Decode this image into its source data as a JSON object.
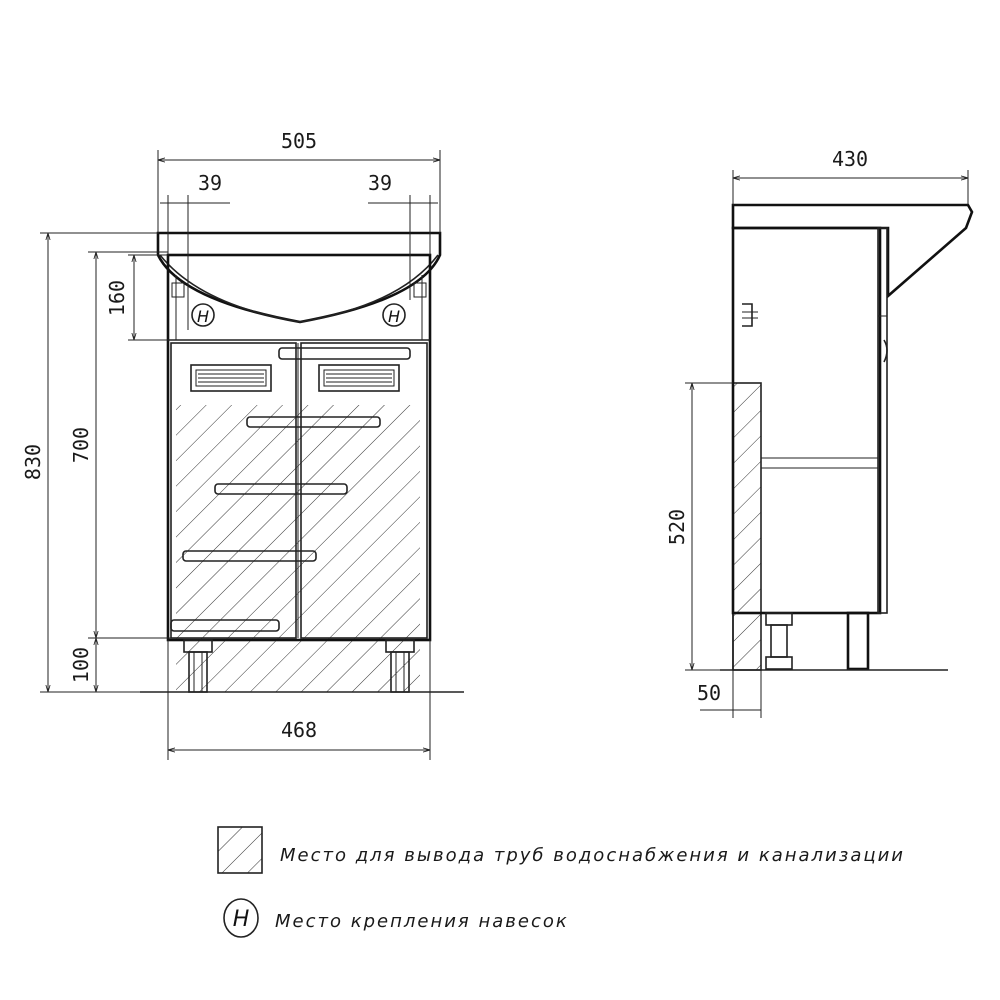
{
  "front_view": {
    "dim_total_width": "505",
    "dim_left_offset": "39",
    "dim_right_offset": "39",
    "dim_basin_height": "160",
    "dim_body_height": "700",
    "dim_total_height": "830",
    "dim_leg_height": "100",
    "dim_bottom_width": "468",
    "mount_marker": "H"
  },
  "side_view": {
    "dim_depth": "430",
    "dim_pipe_zone_height": "520",
    "dim_wall_gap": "50"
  },
  "legend": {
    "hatch_label": "Место для вывода труб водоснабжения и канализации",
    "mount_marker": "H",
    "mount_label": "Место крепления навесок"
  }
}
